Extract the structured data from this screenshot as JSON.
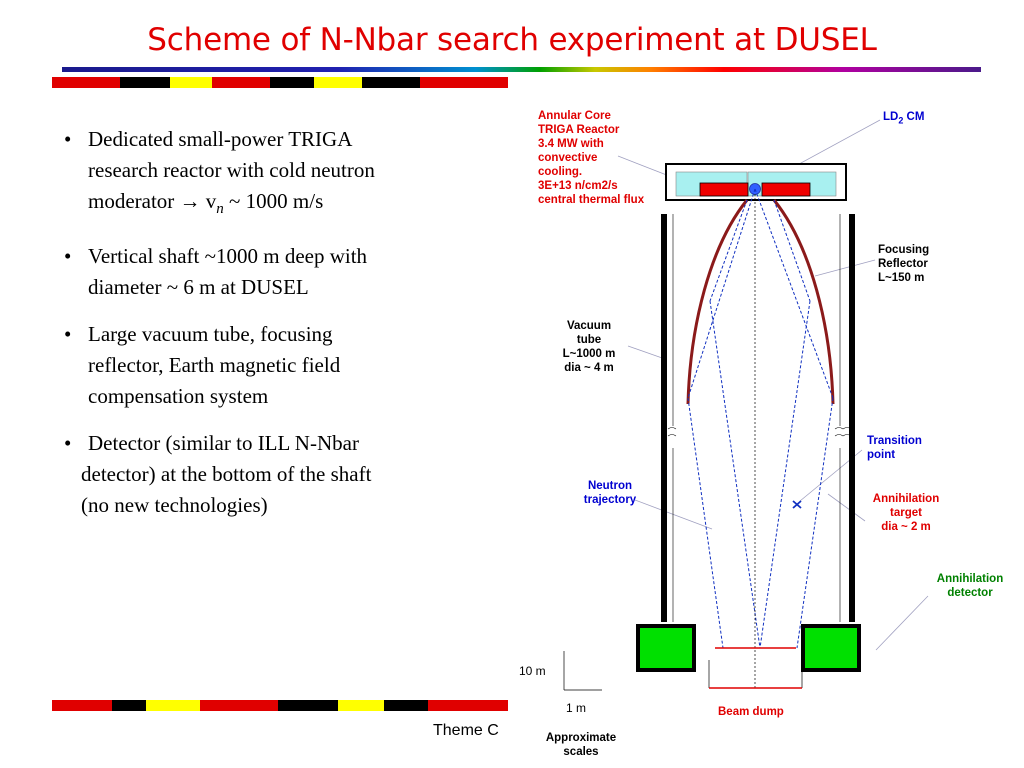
{
  "slide": {
    "title": "Scheme of N-Nbar search experiment at DUSEL",
    "footer": "Theme C",
    "bullets": [
      {
        "marker": "•",
        "lines": [
          "Dedicated small-power TRIGA",
          "research reactor with cold neutron",
          "moderator → v",
          "n",
          " ~ 1000 m/s"
        ]
      },
      {
        "marker": "•",
        "lines": [
          "Vertical shaft ~1000 m deep with",
          "diameter ~ 6 m  at DUSEL"
        ]
      },
      {
        "marker": "•",
        "lines": [
          "Large vacuum tube, focusing",
          "reflector, Earth magnetic field",
          "compensation system"
        ]
      },
      {
        "marker": "•",
        "lines": [
          "Detector (similar to ILL N-Nbar",
          "detector) at the bottom of the shaft",
          "(no new technologies)"
        ]
      }
    ]
  },
  "diagram": {
    "reactor_label": [
      "Annular Core",
      "TRIGA Reactor",
      "3.4 MW with",
      "convective",
      "cooling.",
      "3E+13 n/cm2/s",
      "central thermal flux"
    ],
    "ld2_label": "LD",
    "ld2_sub": "2",
    "ld2_suffix": " CM",
    "focusing_label": [
      "Focusing",
      "Reflector",
      "L~150 m"
    ],
    "vacuum_label": [
      "Vacuum",
      "tube",
      "L~1000 m",
      "dia ~ 4 m"
    ],
    "transition_label": [
      "Transition",
      "point"
    ],
    "neutron_label": [
      "Neutron",
      "trajectory"
    ],
    "target_label": [
      "Annihilation",
      "target",
      "dia ~ 2 m"
    ],
    "detector_label": [
      "Annihilation",
      "detector"
    ],
    "scale_10m": "10 m",
    "scale_1m": "1 m",
    "beam_dump": "Beam dump",
    "scales_label": [
      "Approximate",
      "scales"
    ]
  },
  "colors": {
    "title_red": "#e00000",
    "label_red": "#e00000",
    "label_blue": "#0000d0",
    "label_green": "#008000",
    "reflector": "#8b1a1a",
    "detector_green": "#00e000",
    "reactor_cyan": "#a8f0f0"
  }
}
